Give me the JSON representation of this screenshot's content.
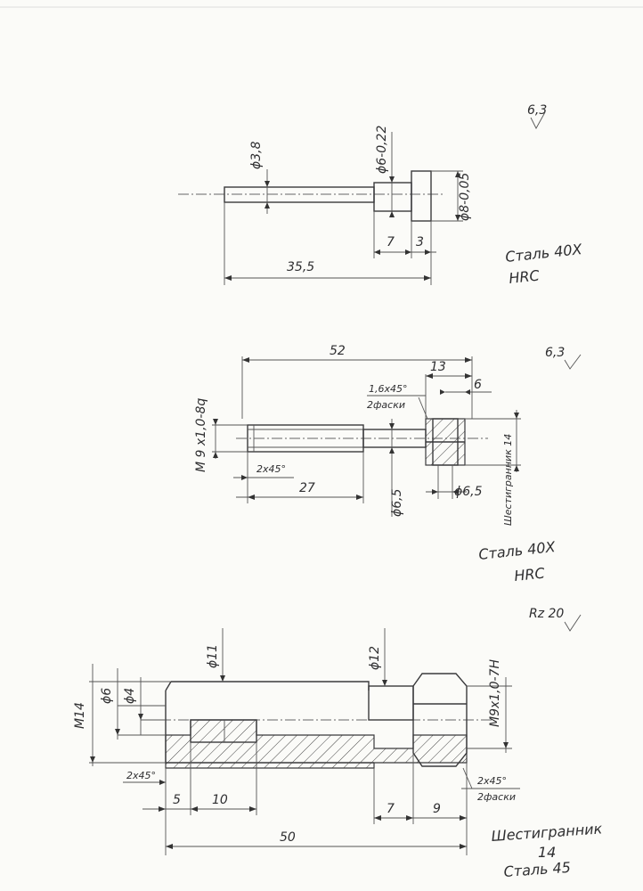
{
  "drawing1": {
    "roughness": "6,3",
    "dia_rod": "ϕ3,8",
    "dia_collar": "ϕ6-0,22",
    "dia_head": "ϕ8-0,05",
    "len_collar": "7",
    "len_head": "3",
    "len_total": "35,5",
    "material": "Сталь 40Х",
    "hardness": "HRC"
  },
  "drawing2": {
    "roughness": "6,3",
    "len_total": "52",
    "len_13": "13",
    "len_6": "6",
    "chamfer_note": "1,6х45°",
    "chamfer_word": "2фаски",
    "thread": "М 9 х1,0-8q",
    "chamfer_end": "2х45°",
    "len_thread": "27",
    "dia_neck": "ϕ6,5",
    "dia_hole": "ϕ6,5",
    "hex_note": "Шестигранник 14",
    "material": "Сталь 40Х",
    "hardness": "HRC"
  },
  "drawing3": {
    "roughness": "Rz 20",
    "thread_outer": "М14",
    "dia_6": "ϕ6",
    "dia_4": "ϕ4",
    "dia_11": "ϕ11",
    "dia_12": "ϕ12",
    "thread_inner": "М9х1,0-7Н",
    "chamfer_left": "2х45°",
    "len_5": "5",
    "len_10": "10",
    "len_7": "7",
    "len_9": "9",
    "chamfer_right": "2х45°",
    "chamfer_word": "2фаски",
    "len_total": "50",
    "hex_note": "Шестигранник",
    "hex_size": "14",
    "material": "Сталь 45"
  }
}
